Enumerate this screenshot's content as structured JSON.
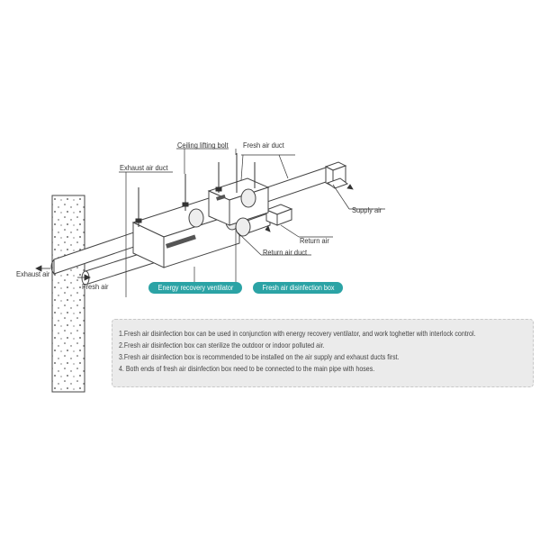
{
  "labels": {
    "ceiling_lifting_bolt": "Ceiling lifting bolt",
    "fresh_air_duct": "Fresh air duct",
    "exhaust_air_duct": "Exhaust air duct",
    "supply_air": "Supply air",
    "return_air": "Return air",
    "return_air_duct": "Return air duct",
    "exhaust_air": "Exhaust air",
    "fresh_air": "Fresh air"
  },
  "tags": {
    "erv": "Energy recovery ventilator",
    "disinfection_box": "Fresh air disinfection box"
  },
  "notes": [
    "1.Fresh air disinfection box can be used in conjunction with energy recovery ventilator, and work toghetter with interlock control.",
    "2.Fresh air disinfection box can sterilize the outdoor or indoor polluted air.",
    "3.Fresh air disinfection box is recommended to be installed on the air supply and exhaust ducts first.",
    "4. Both ends of fresh air disinfection box need to be connected to the main pipe with hoses."
  ],
  "colors": {
    "tag_fill": "#2ba3a5",
    "notes_bg": "#ebebeb",
    "line": "#333333"
  }
}
